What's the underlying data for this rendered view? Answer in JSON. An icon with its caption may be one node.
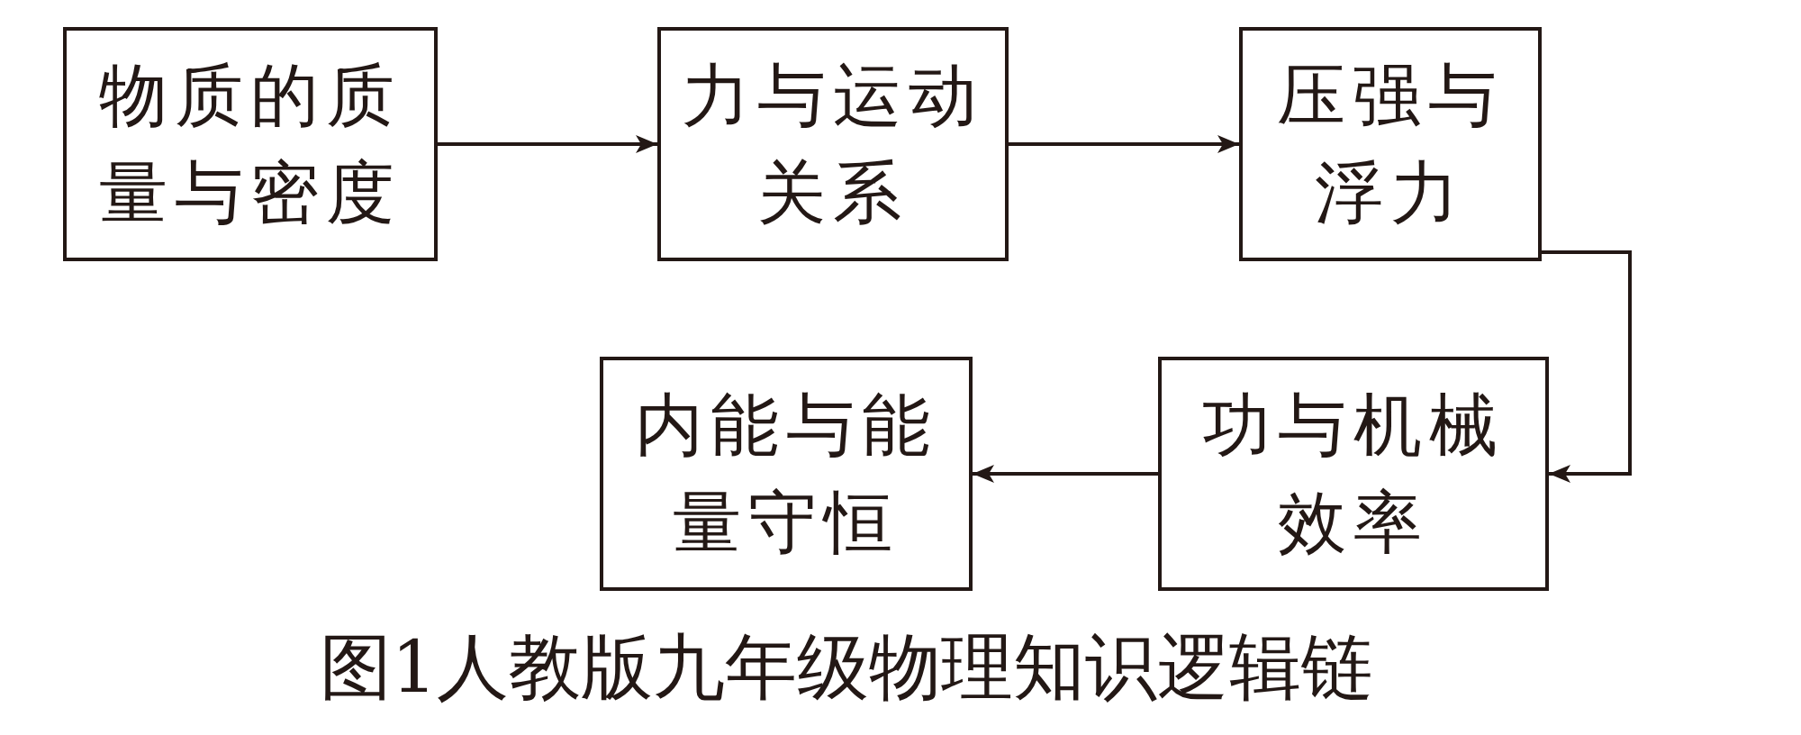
{
  "diagram": {
    "caption": "图1人教版九年级物理知识逻辑链",
    "nodes": [
      {
        "text": [
          "物质的质量与密度"
        ]
      },
      {
        "text": [
          "力与运动关系"
        ]
      },
      {
        "text": [
          "压强与浮力"
        ]
      },
      {
        "text": [
          "功与机械效率"
        ]
      },
      {
        "text": [
          "内能与能量守恒"
        ]
      }
    ],
    "edges": [
      {
        "from": 0,
        "to": 1,
        "arrow": "to"
      },
      {
        "from": 1,
        "to": 2,
        "arrow": "to"
      },
      {
        "from": 2,
        "to": 3,
        "arrow": "to"
      },
      {
        "from": 3,
        "to": 4,
        "arrow": "to"
      }
    ]
  }
}
